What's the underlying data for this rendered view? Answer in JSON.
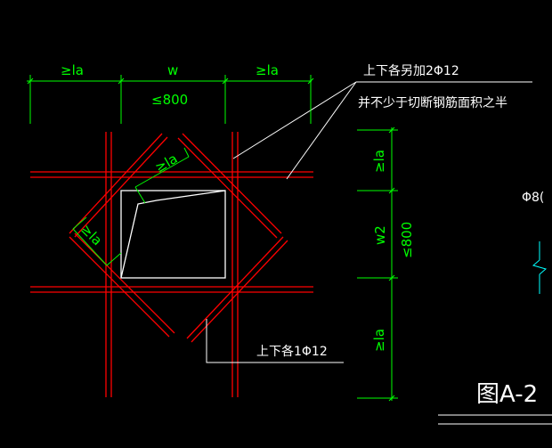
{
  "colors": {
    "background": "#000000",
    "rebar": "#ff0000",
    "dimension": "#00ff00",
    "annotation": "#ffffff",
    "section_mark": "#00ffff"
  },
  "dimensions": {
    "top_left": "≥la",
    "top_middle_w": "w",
    "top_middle_limit": "≤800",
    "top_right": "≥la",
    "diag_upper": "≥la",
    "diag_left": "≥la",
    "right_top": "≥la",
    "right_middle_w": "w2",
    "right_middle_limit": "≤800",
    "right_bottom": "≥la"
  },
  "annotations": {
    "note_line1": "上下各另加2Φ12",
    "note_line2": "并不少于切断钢筋面积之半",
    "note_lower": "上下各1Φ12",
    "partial_label": "Φ8("
  },
  "figure_label": "图A-2",
  "icons": {
    "partial_section": "break-line-symbol"
  }
}
